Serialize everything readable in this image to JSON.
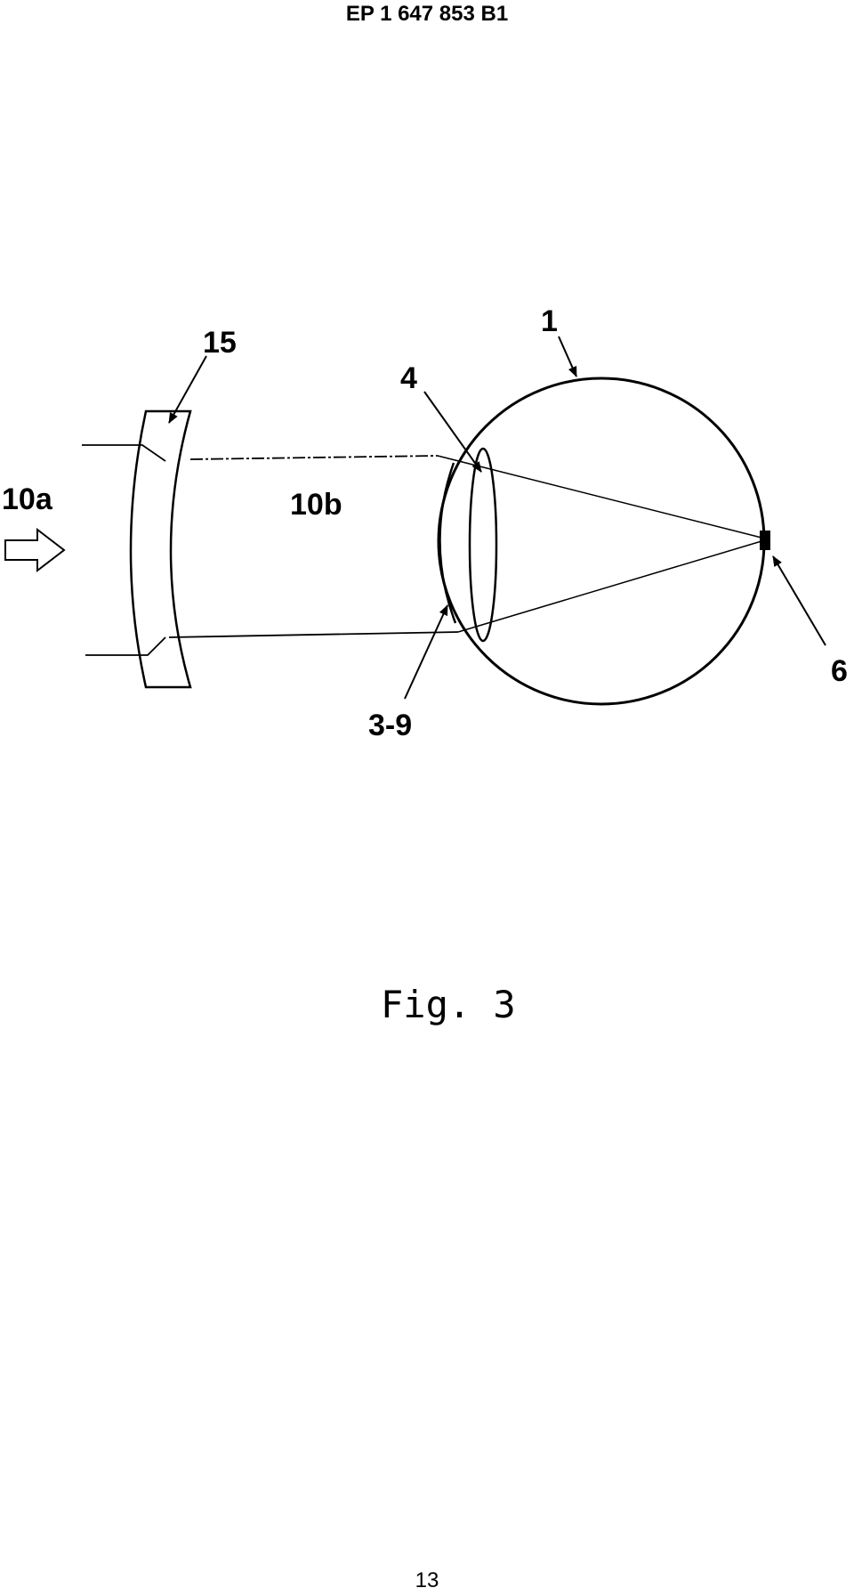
{
  "header": {
    "publication_number": "EP 1 647 853 B1"
  },
  "figure": {
    "labels": {
      "eye": "1",
      "lens": "4",
      "spectacle_lens": "15",
      "incoming_beam": "10a",
      "refracted_beam": "10b",
      "cornea_region": "3-9",
      "retina_point": "6"
    },
    "caption": "Fig. 3"
  },
  "footer": {
    "page_number": "13"
  }
}
